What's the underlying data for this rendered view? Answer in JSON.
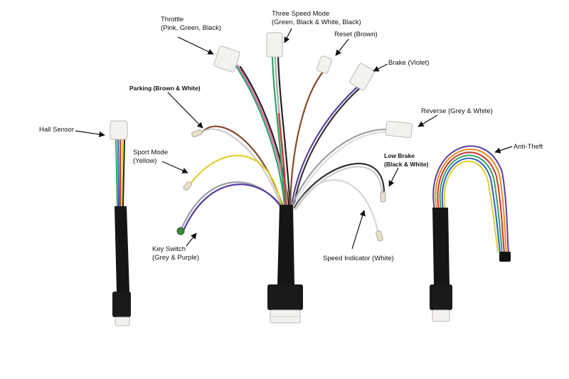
{
  "labels": {
    "throttle": {
      "title": "Throttle",
      "sub": "(Pink, Green, Black)"
    },
    "three_speed": {
      "title": "Three Speed Mode",
      "sub": "(Green, Black & White, Black)"
    },
    "reset": {
      "title": "Reset (Brown)"
    },
    "brake": {
      "title": "Brake (Violet)"
    },
    "parking": {
      "title": "Parking (Brown & White)"
    },
    "reverse": {
      "title": "Reverse (Grey & White)"
    },
    "hall_sensor": {
      "title": "Hall Sensor"
    },
    "sport_mode": {
      "title": "Sport Mode",
      "sub": "(Yellow)"
    },
    "low_brake": {
      "title": "Low Brake",
      "sub": "(Black & White)"
    },
    "anti_theft": {
      "title": "Anti-Theft"
    },
    "key_switch": {
      "title": "Key Switch",
      "sub": "(Grey & Purple)"
    },
    "speed_indicator": {
      "title": "Speed Indicator (White)"
    }
  },
  "colors": {
    "sleeve": "#151515",
    "connector": "#f4f2ef",
    "green": "#2ea36a",
    "pink": "#e26aa8",
    "violet": "#5a3fa0",
    "brown": "#8a4a2a",
    "yellow": "#e2cf2e",
    "grey": "#9aa0a6",
    "red": "#d6332b",
    "orange": "#f08a1c",
    "blue": "#2f5fbf"
  }
}
